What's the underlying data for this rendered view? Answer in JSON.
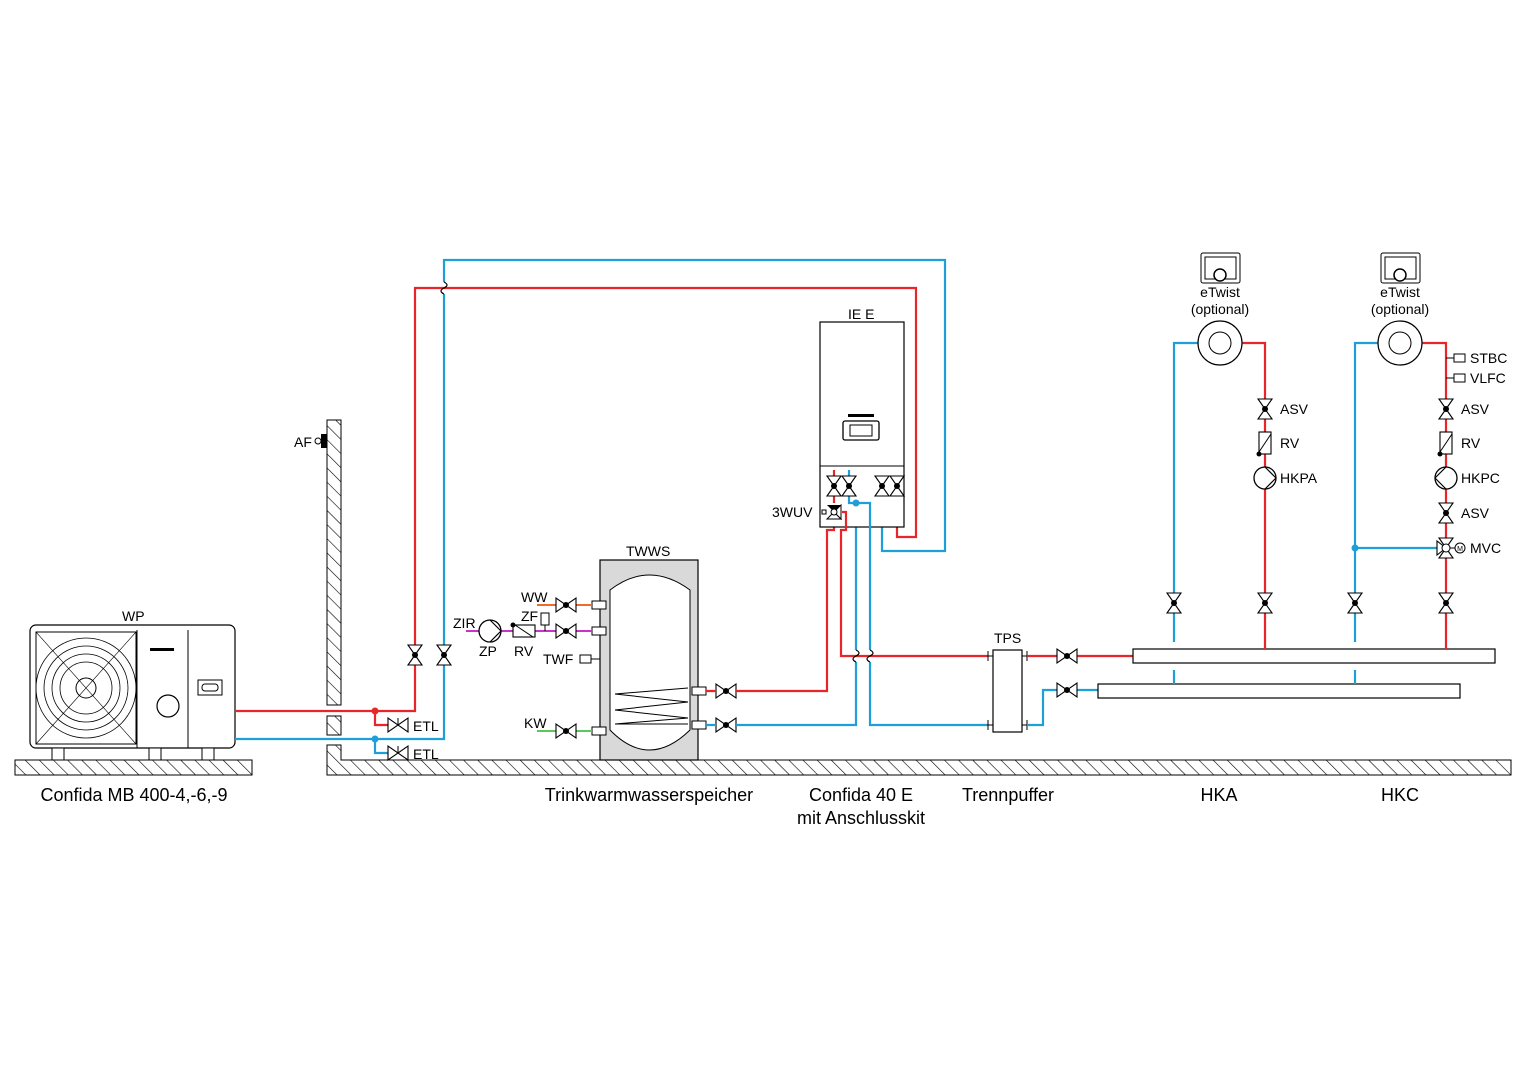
{
  "colors": {
    "supply": "#e8262a",
    "return": "#1e9fd8",
    "hot_water": "#f06a2a",
    "circulation": "#c832c8",
    "cold_water": "#5ac85a",
    "tank": "#d9d9d9"
  },
  "labels": {
    "wp": "WP",
    "af": "AF",
    "etl1": "ETL",
    "etl2": "ETL",
    "zir": "ZIR",
    "zp": "ZP",
    "rv_zir": "RV",
    "zf": "ZF",
    "ww": "WW",
    "twf": "TWF",
    "kw": "KW",
    "twws": "TWWS",
    "iee": "IE E",
    "wuv": "3WUV",
    "tps": "TPS",
    "etwist_a": "eTwist",
    "optional_a": "(optional)",
    "etwist_c": "eTwist",
    "optional_c": "(optional)",
    "asv_a": "ASV",
    "rv_a": "RV",
    "hkpa": "HKPA",
    "stbc": "STBC",
    "vlfc": "VLFC",
    "asv_c1": "ASV",
    "rv_c": "RV",
    "hkpc": "HKPC",
    "asv_c2": "ASV",
    "mvc": "MVC",
    "motor": "M"
  },
  "captions": {
    "heat_pump": "Confida MB 400-4,-6,-9",
    "storage": "Trinkwarmwasserspeicher",
    "boiler_line1": "Confida 40 E",
    "boiler_line2": "mit Anschlusskit",
    "buffer": "Trennpuffer",
    "hka": "HKA",
    "hkc": "HKC"
  }
}
